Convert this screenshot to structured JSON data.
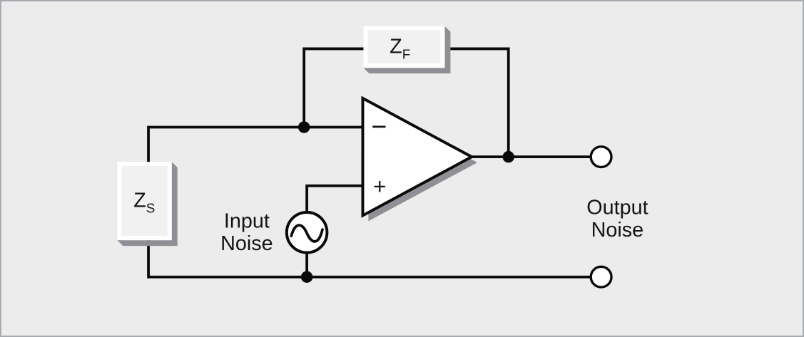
{
  "labels": {
    "zf": {
      "base": "Z",
      "sub": "F"
    },
    "zs": {
      "base": "Z",
      "sub": "S"
    },
    "input_noise": {
      "line1": "Input",
      "line2": "Noise"
    },
    "output_noise": {
      "line1": "Output",
      "line2": "Noise"
    },
    "opamp": {
      "inverting": "−",
      "noninverting": "+"
    }
  },
  "colors": {
    "background": "#ececec",
    "border": "#a9aab1",
    "wire": "#0a0a0a",
    "box_face": "#ffffff",
    "box_inner": "#f1f1f1",
    "shadow": "#8f9096",
    "text": "#141414"
  }
}
